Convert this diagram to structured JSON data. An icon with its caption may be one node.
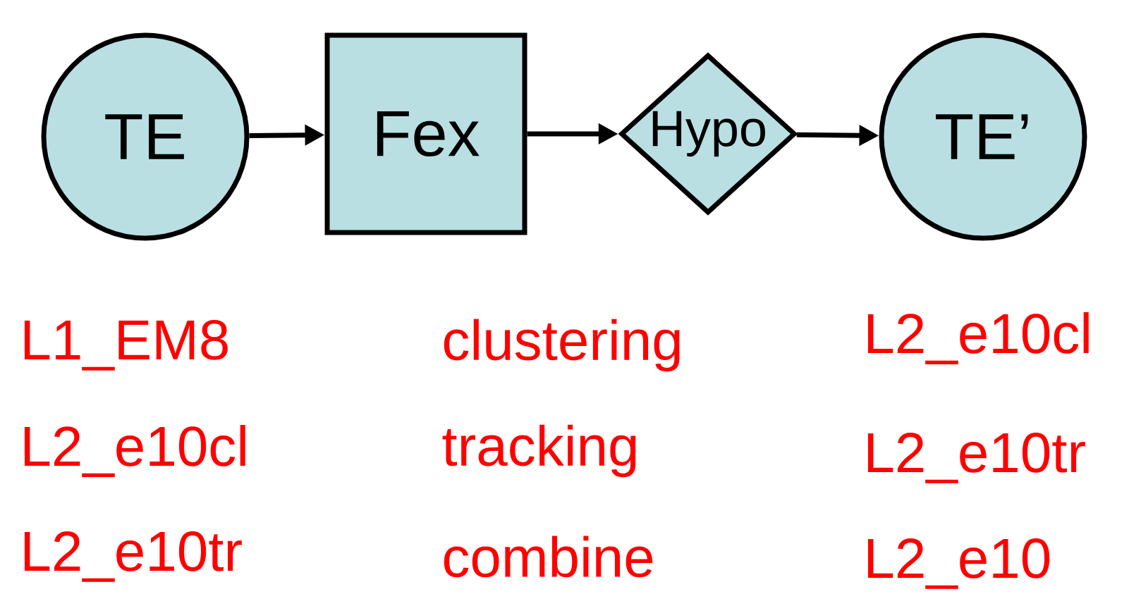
{
  "diagram": {
    "nodes": [
      {
        "text": [
          "TE"
        ]
      },
      {
        "text": [
          "Fex"
        ]
      },
      {
        "text": [
          "Hypo"
        ]
      },
      {
        "text": [
          "TE’"
        ]
      }
    ],
    "edges": [
      {
        "from": 0,
        "to": 1,
        "arrow": "to"
      },
      {
        "from": 1,
        "to": 2,
        "arrow": "to"
      },
      {
        "from": 2,
        "to": 3,
        "arrow": "to"
      }
    ],
    "labels": [
      "L1_EM8",
      "clustering",
      "L2_e10cl",
      "L2_e10cl",
      "tracking",
      "L2_e10tr",
      "L2_e10tr",
      "combine",
      "L2_e10"
    ]
  }
}
